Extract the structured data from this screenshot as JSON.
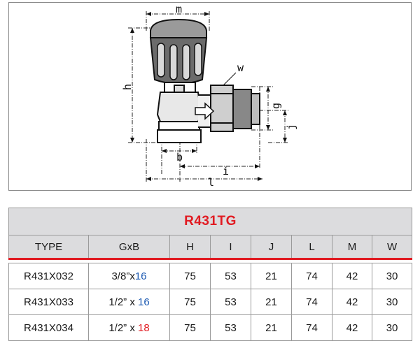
{
  "drawing": {
    "labels": {
      "m": "m",
      "w": "w",
      "h": "h",
      "g": "g",
      "j": "j",
      "b": "b",
      "i": "i",
      "l": "l"
    }
  },
  "table": {
    "title": "R431TG",
    "columns": [
      "TYPE",
      "GxB",
      "H",
      "I",
      "J",
      "L",
      "M",
      "W"
    ],
    "rows": [
      {
        "type": "R431X032",
        "gxb_size": "3/8”x",
        "gxb_b": "16",
        "gxb_color": "blue",
        "h": "75",
        "i": "53",
        "j": "21",
        "l": "74",
        "m": "42",
        "w": "30"
      },
      {
        "type": "R431X033",
        "gxb_size": "1/2” x",
        "gxb_b": "16",
        "gxb_color": "blue",
        "h": "75",
        "i": "53",
        "j": "21",
        "l": "74",
        "m": "42",
        "w": "30"
      },
      {
        "type": "R431X034",
        "gxb_size": "1/2” x",
        "gxb_b": "18",
        "gxb_color": "red",
        "h": "75",
        "i": "53",
        "j": "21",
        "l": "74",
        "m": "42",
        "w": "30"
      }
    ]
  },
  "colors": {
    "accent": "#e11b22",
    "blue": "#1e5bb3",
    "header_bg": "#dcdcde"
  }
}
